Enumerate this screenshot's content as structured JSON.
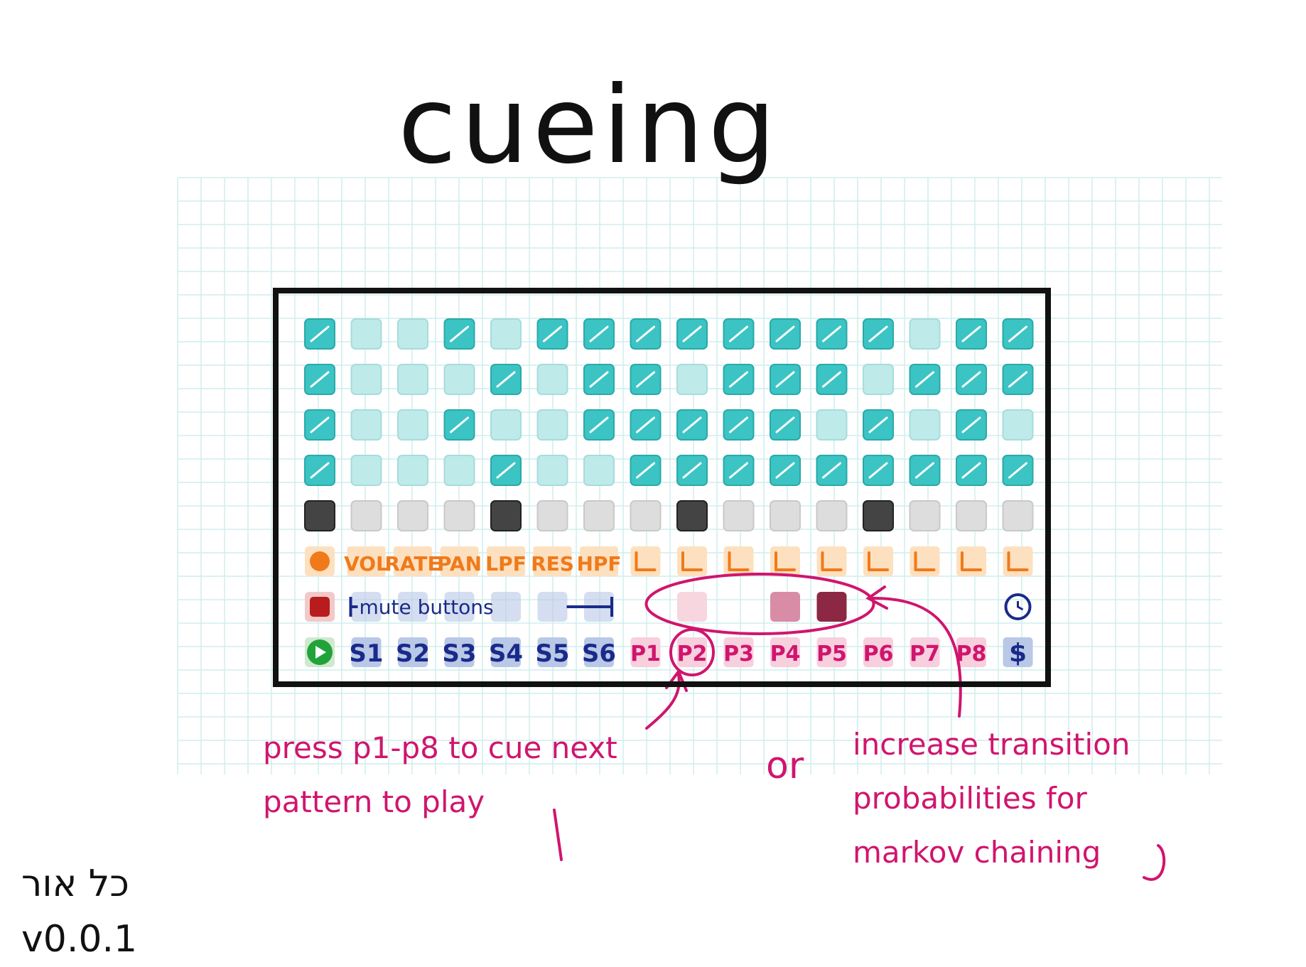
{
  "title": "cueing",
  "colors": {
    "teal": "#3cc4c4",
    "teal_light": "#bfeaea",
    "gray_dark": "#444444",
    "gray_light": "#dddddd",
    "orange": "#f07a1a",
    "orange_bg": "#fde0bf",
    "navy": "#1a2a8a",
    "navy_bg": "#b9c8e6",
    "pink": "#d0156e",
    "pink_bg": "#f7cfdd",
    "green": "#22a33a",
    "red": "#b81c1c",
    "maroon": "#8c2844"
  },
  "grid": {
    "teal_rows": [
      [
        1,
        0,
        0,
        1,
        0,
        1,
        1,
        1,
        1,
        1,
        1,
        1,
        1,
        0,
        1,
        1
      ],
      [
        1,
        0,
        0,
        0,
        1,
        0,
        1,
        1,
        0,
        1,
        1,
        1,
        0,
        1,
        1,
        1
      ],
      [
        1,
        0,
        0,
        1,
        0,
        0,
        1,
        1,
        1,
        1,
        1,
        0,
        1,
        0,
        1,
        0
      ],
      [
        1,
        0,
        0,
        0,
        1,
        0,
        0,
        1,
        1,
        1,
        1,
        1,
        1,
        1,
        1,
        1
      ]
    ],
    "track_row": [
      1,
      0,
      0,
      0,
      1,
      0,
      0,
      0,
      1,
      0,
      0,
      0,
      1,
      0,
      0,
      0
    ]
  },
  "controls": {
    "record_icon": "record-dot-icon",
    "labels": [
      "VOL",
      "RATE",
      "PAN",
      "LPF",
      "RES",
      "HPF"
    ],
    "icons": [
      "ramp-down-icon",
      "ramp-up-icon",
      "loop-icon",
      "percent-icon",
      "lfo-icon",
      "step-icon",
      "step-loop-icon",
      "up-arrow-icon",
      "copy-icon"
    ]
  },
  "mute_row": {
    "stop_icon": "stop-square-icon",
    "mute_label": "mute buttons",
    "clock_icon": "clock-icon"
  },
  "bottom_row": {
    "play_icon": "play-icon",
    "samples": [
      "S1",
      "S2",
      "S3",
      "S4",
      "S5",
      "S6"
    ],
    "patterns": [
      "P1",
      "P2",
      "P3",
      "P4",
      "P5",
      "P6",
      "P7",
      "P8"
    ],
    "dollar": "$"
  },
  "annotations": {
    "left_line1": "press p1-p8 to cue next",
    "left_line2": "pattern to play",
    "or": "or",
    "right_line1": "increase transition",
    "right_line2": "probabilities for",
    "right_line3": "markov chaining"
  },
  "signature": {
    "line1": "כל אור",
    "line2": "v0.0.1"
  }
}
